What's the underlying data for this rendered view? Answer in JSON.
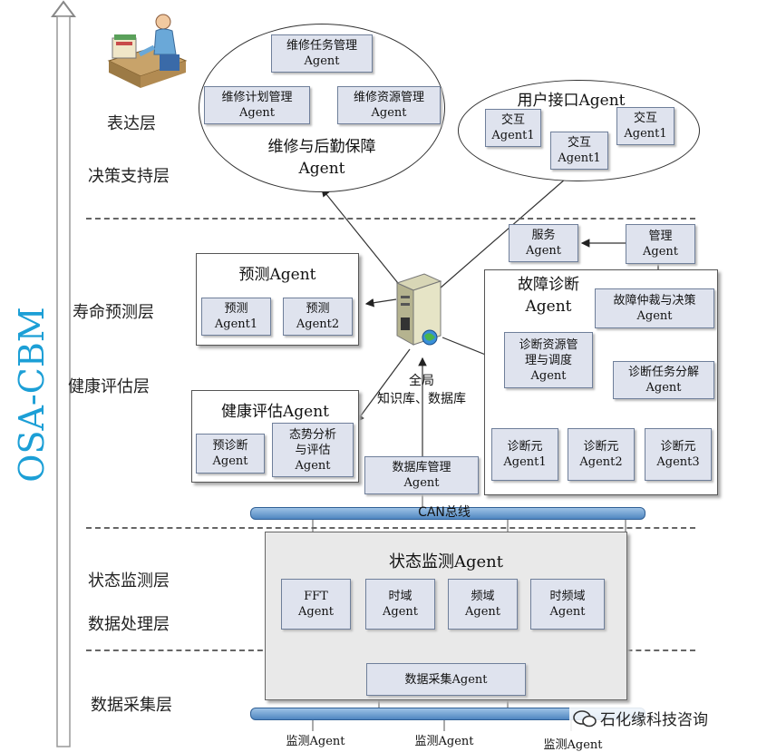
{
  "axis": {
    "label": "OSA-CBM"
  },
  "layers": {
    "expression": "表达层",
    "decision": "决策支持层",
    "life": "寿命预测层",
    "health": "健康评估层",
    "state": "状态监测层",
    "dataproc": "数据处理层",
    "acquisition": "数据采集层"
  },
  "maintenance": {
    "title_line1": "维修与后勤保障",
    "title_line2": "Agent",
    "task": [
      "维修任务管理",
      "Agent"
    ],
    "plan": [
      "维修计划管理",
      "Agent"
    ],
    "resource": [
      "维修资源管理",
      "Agent"
    ]
  },
  "user_interface": {
    "title": "用户接口Agent",
    "items": [
      [
        "交互",
        "Agent1"
      ],
      [
        "交互",
        "Agent1"
      ],
      [
        "交互",
        "Agent1"
      ]
    ]
  },
  "service": [
    "服务",
    "Agent"
  ],
  "management": [
    "管理",
    "Agent"
  ],
  "prediction": {
    "title": "预测Agent",
    "a1": [
      "预测",
      "Agent1"
    ],
    "a2": [
      "预测",
      "Agent2"
    ]
  },
  "fault": {
    "title_line1": "故障诊断",
    "title_line2": "Agent",
    "arbitration": [
      "故障仲裁与决策",
      "Agent"
    ],
    "resource": [
      "诊断资源管",
      "理与调度",
      "Agent"
    ],
    "decompose": [
      "诊断任务分解",
      "Agent"
    ],
    "units": [
      [
        "诊断元",
        "Agent1"
      ],
      [
        "诊断元",
        "Agent2"
      ],
      [
        "诊断元",
        "Agent3"
      ]
    ]
  },
  "global_kb": [
    "全局",
    "知识库、数据库"
  ],
  "health": {
    "title": "健康评估Agent",
    "pre": [
      "预诊断",
      "Agent"
    ],
    "situation": [
      "态势分析",
      "与评估",
      "Agent"
    ]
  },
  "db_manage": [
    "数据库管理",
    "Agent"
  ],
  "can_bus": "CAN总线",
  "state_monitor": {
    "title": "状态监测Agent",
    "fft": [
      "FFT",
      "Agent"
    ],
    "time": [
      "时域",
      "Agent"
    ],
    "freq": [
      "频域",
      "Agent"
    ],
    "timefreq": [
      "时频域",
      "Agent"
    ]
  },
  "acquisition_agent": "数据采集Agent",
  "monitors": [
    "监测Agent",
    "监测Agent",
    "监测Agent"
  ],
  "watermark": "石化缘科技咨询"
}
